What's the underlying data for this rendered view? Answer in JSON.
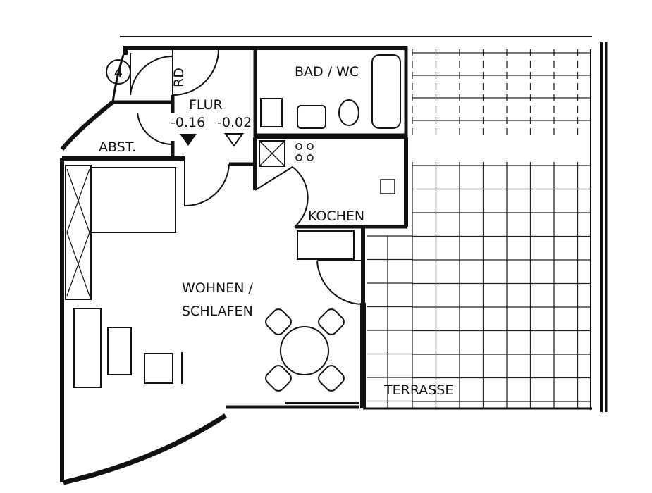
{
  "plan": {
    "rooms": {
      "bath": "BAD / WC",
      "hall": "FLUR",
      "storage": "ABST.",
      "kitchen": "KOCHEN",
      "living_line1": "WOHNEN /",
      "living_line2": "SCHLAFEN",
      "terrace": "TERRASSE",
      "rd": "RD"
    },
    "levels": {
      "level1": "-0.16",
      "level2": "-0.02"
    },
    "stair_symbol": "4",
    "colors": {
      "ink": "#111111",
      "paper": "#ffffff"
    }
  }
}
